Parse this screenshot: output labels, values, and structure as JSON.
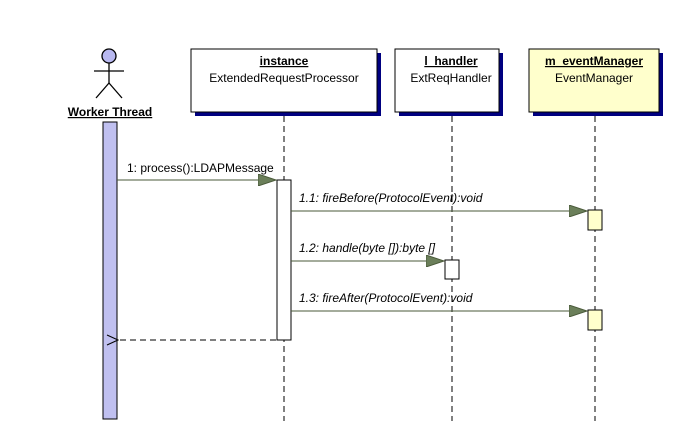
{
  "colors": {
    "box_fill": "#ffffff",
    "box_highlight_fill": "#ffffcc",
    "activation_actor_fill": "#c0c0f0",
    "activation_fill": "#ffffcc",
    "actor_head_fill": "#b8b8f0",
    "message_line": "#4a5a3a",
    "arrow_head": "#6b7f5a",
    "shadow": "#000080"
  },
  "actor": {
    "name": "Worker Thread",
    "icon": "stick-figure-icon"
  },
  "lifelines": [
    {
      "id": "instance",
      "instance_name": "instance",
      "class_name": "ExtendedRequestProcessor",
      "highlighted": false
    },
    {
      "id": "handler",
      "instance_name": "l_handler",
      "class_name": "ExtReqHandler",
      "highlighted": false
    },
    {
      "id": "eventmanager",
      "instance_name": "m_eventManager",
      "class_name": "EventManager",
      "highlighted": true
    }
  ],
  "messages": [
    {
      "id": "msg-1",
      "label": "1: process():LDAPMessage",
      "italic": false
    },
    {
      "id": "msg-1-1",
      "label": "1.1: fireBefore(ProtocolEvent):void",
      "italic": true
    },
    {
      "id": "msg-1-2",
      "label": "1.2: handle(byte []):byte []",
      "italic": true
    },
    {
      "id": "msg-1-3",
      "label": "1.3: fireAfter(ProtocolEvent):void",
      "italic": true
    },
    {
      "id": "msg-return",
      "label": "",
      "italic": false
    }
  ]
}
